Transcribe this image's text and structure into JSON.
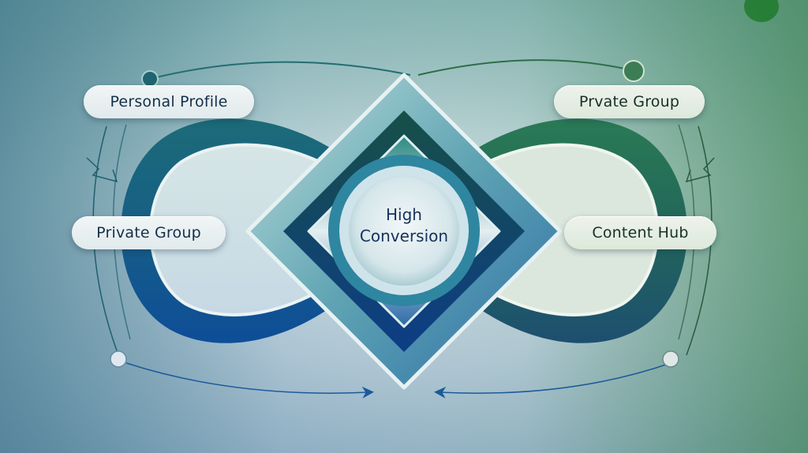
{
  "diagram": {
    "center": {
      "line1": "High",
      "line2": "Conversion"
    },
    "nodes": [
      {
        "id": "top-left",
        "label": "Personal Profile"
      },
      {
        "id": "top-right",
        "label": "Prvate Group"
      },
      {
        "id": "mid-left",
        "label": "Private Group"
      },
      {
        "id": "mid-right",
        "label": "Content Hub"
      }
    ],
    "colors": {
      "teal": "#1f6f7a",
      "deep_blue": "#0f4f94",
      "green": "#2f7a45",
      "label_text": "#14304a"
    }
  }
}
